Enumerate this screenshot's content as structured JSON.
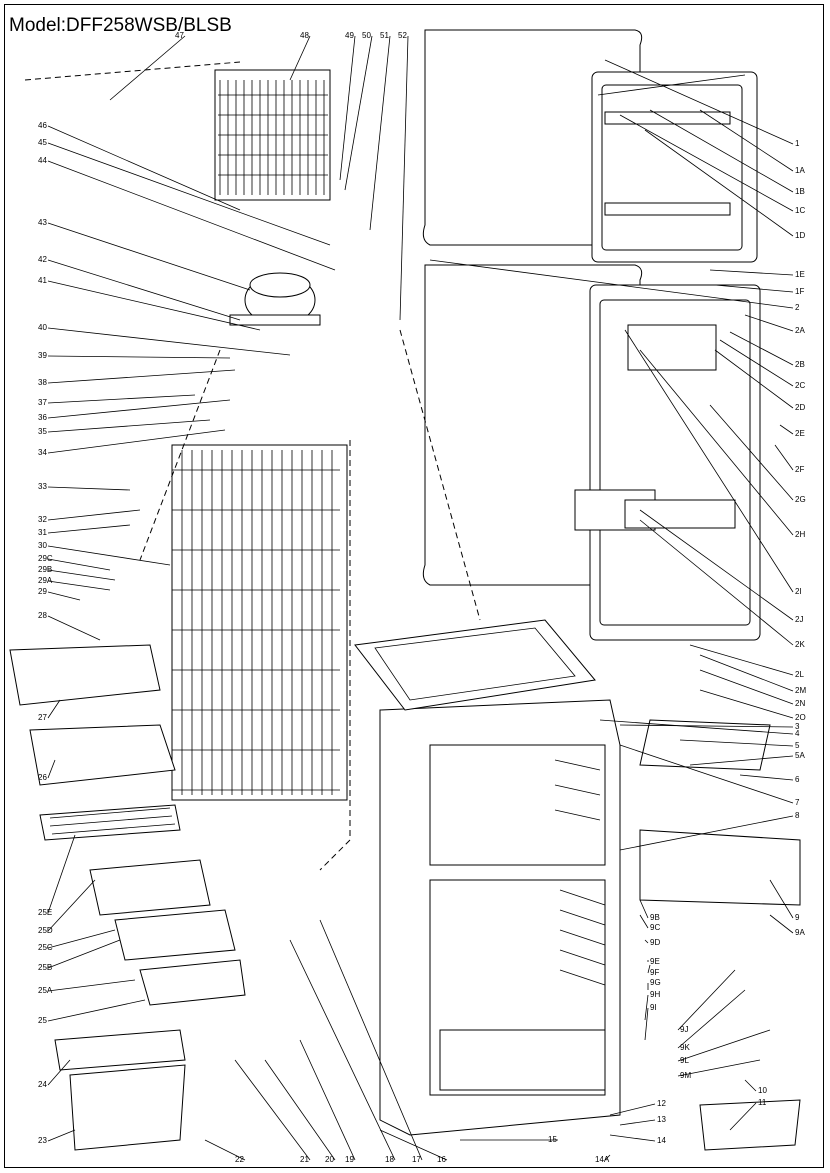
{
  "title": "Model:DFF258WSB/BLSB",
  "callouts": [
    "47",
    "48",
    "49",
    "50",
    "51",
    "52",
    "46",
    "45",
    "44",
    "43",
    "42",
    "41",
    "40",
    "39",
    "38",
    "37",
    "36",
    "35",
    "34",
    "33",
    "32",
    "31",
    "30",
    "29C",
    "29B",
    "29A",
    "29",
    "28",
    "27",
    "26",
    "25E",
    "25D",
    "25C",
    "25B",
    "25A",
    "25",
    "24",
    "23",
    "22",
    "21",
    "20",
    "19",
    "18",
    "17",
    "16",
    "15",
    "14A",
    "14",
    "13",
    "12",
    "11",
    "10",
    "9M",
    "9L",
    "9K",
    "9J",
    "9I",
    "9H",
    "9G",
    "9F",
    "9E",
    "9D",
    "9C",
    "9B",
    "9A",
    "9",
    "8",
    "7",
    "6",
    "5A",
    "5",
    "4",
    "3",
    "2O",
    "2N",
    "2M",
    "2L",
    "2K",
    "2J",
    "2I",
    "2H",
    "2G",
    "2F",
    "2E",
    "2D",
    "2C",
    "2B",
    "2A",
    "2",
    "1F",
    "1E",
    "1D",
    "1C",
    "1B",
    "1A",
    "1"
  ]
}
